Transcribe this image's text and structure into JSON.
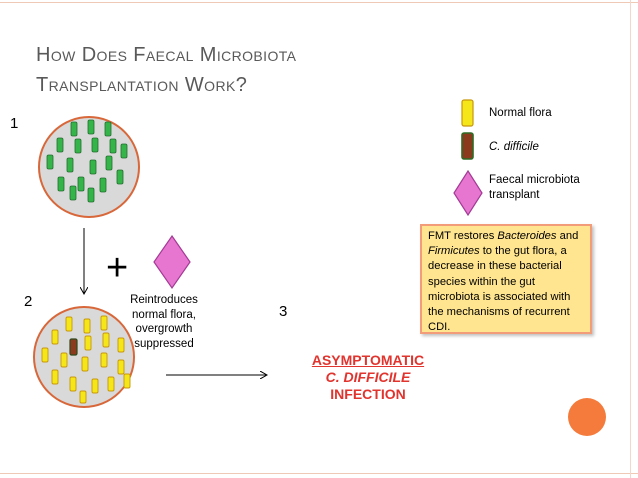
{
  "title": {
    "line1": "How Does Faecal Microbiota",
    "line2": "Transplantation Work?"
  },
  "steps": {
    "step1": "1",
    "step2": "2",
    "step3": "3"
  },
  "legend": {
    "normal_flora": "Normal flora",
    "c_difficile": "C. difficile",
    "fmt_line1": "Faecal microbiota",
    "fmt_line2": "transplant"
  },
  "fmt_box": {
    "part1": "FMT restores ",
    "bacteroides": "Bacteroides",
    "part2": " and ",
    "firmicutes": "Firmicutes",
    "part3": " to the gut flora, a decrease in these bacterial species within the gut microbiota is associated with the mechanisms of recurrent CDI."
  },
  "plus_sign": "+",
  "reintroduces": {
    "line1": "Reintroduces",
    "line2": "normal flora,",
    "line3": "overgrowth",
    "line4": "suppressed"
  },
  "outcome": {
    "line1": "ASYMPTOMATIC",
    "line2": "C. DIFFICILE",
    "line3": "INFECTION"
  },
  "colors": {
    "plate_fill": "#d9d9d9",
    "plate_border": "#d8673a",
    "green_bacteria": "#35b44a",
    "yellow_bacteria": "#f4e619",
    "c_difficile": "#8b3a1e",
    "transplant": "#e776d0",
    "fmt_box_fill": "#ffe58f",
    "outcome_text": "#e2342e",
    "accent_dot": "#f47b3c"
  }
}
